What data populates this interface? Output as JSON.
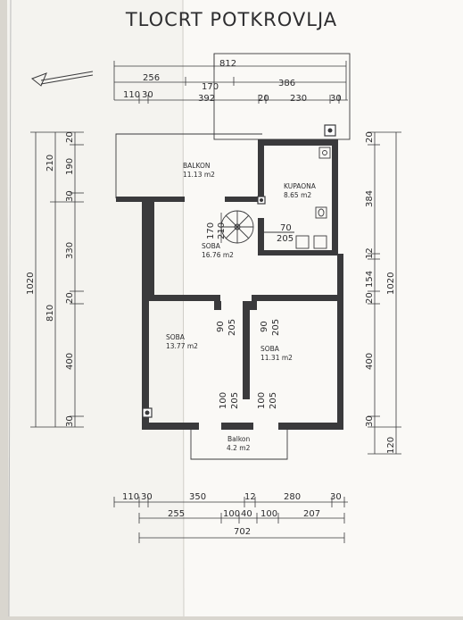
{
  "title": "TLOCRT POTKROVLJA",
  "rooms": [
    {
      "id": "balkon_top",
      "name": "BALKON",
      "area": "11.13 m2"
    },
    {
      "id": "kupaona",
      "name": "KUPAONA",
      "area": "8.65 m2"
    },
    {
      "id": "soba_center",
      "name": "SOBA",
      "area": "16.76 m2"
    },
    {
      "id": "soba_left",
      "name": "SOBA",
      "area": "13.77 m2"
    },
    {
      "id": "soba_right",
      "name": "SOBA",
      "area": "11.31 m2"
    },
    {
      "id": "balkon_bottom",
      "name": "Balkon",
      "area": "4.2 m2"
    }
  ],
  "dimensions": {
    "top": {
      "row1": [
        "812"
      ],
      "row2": [
        "256",
        "170",
        "386"
      ],
      "row3": [
        "110",
        "30",
        "392",
        "20",
        "230",
        "30"
      ]
    },
    "bottom": {
      "row1": [
        "110",
        "30",
        "350",
        "12",
        "280",
        "30"
      ],
      "row2": [
        "255",
        "100",
        "40",
        "100",
        "207"
      ],
      "row3": [
        "702"
      ]
    },
    "left": {
      "outer": [
        "1020"
      ],
      "middle": [
        "210",
        "810"
      ],
      "inner": [
        "20",
        "190",
        "30",
        "330",
        "20",
        "400",
        "30"
      ]
    },
    "right": {
      "outer": [
        "1020"
      ],
      "inner": [
        "20",
        "384",
        "12",
        "154",
        "20",
        "400",
        "30",
        "120"
      ]
    },
    "openings": {
      "stair_a": "170",
      "stair_b": "210",
      "door_bath_a": "70",
      "door_bath_b": "205",
      "door_left_a": "90",
      "door_left_b": "205",
      "door_right_a": "90",
      "door_right_b": "205",
      "win_left_a": "100",
      "win_left_b": "205",
      "win_right_a": "100",
      "win_right_b": "205"
    }
  }
}
